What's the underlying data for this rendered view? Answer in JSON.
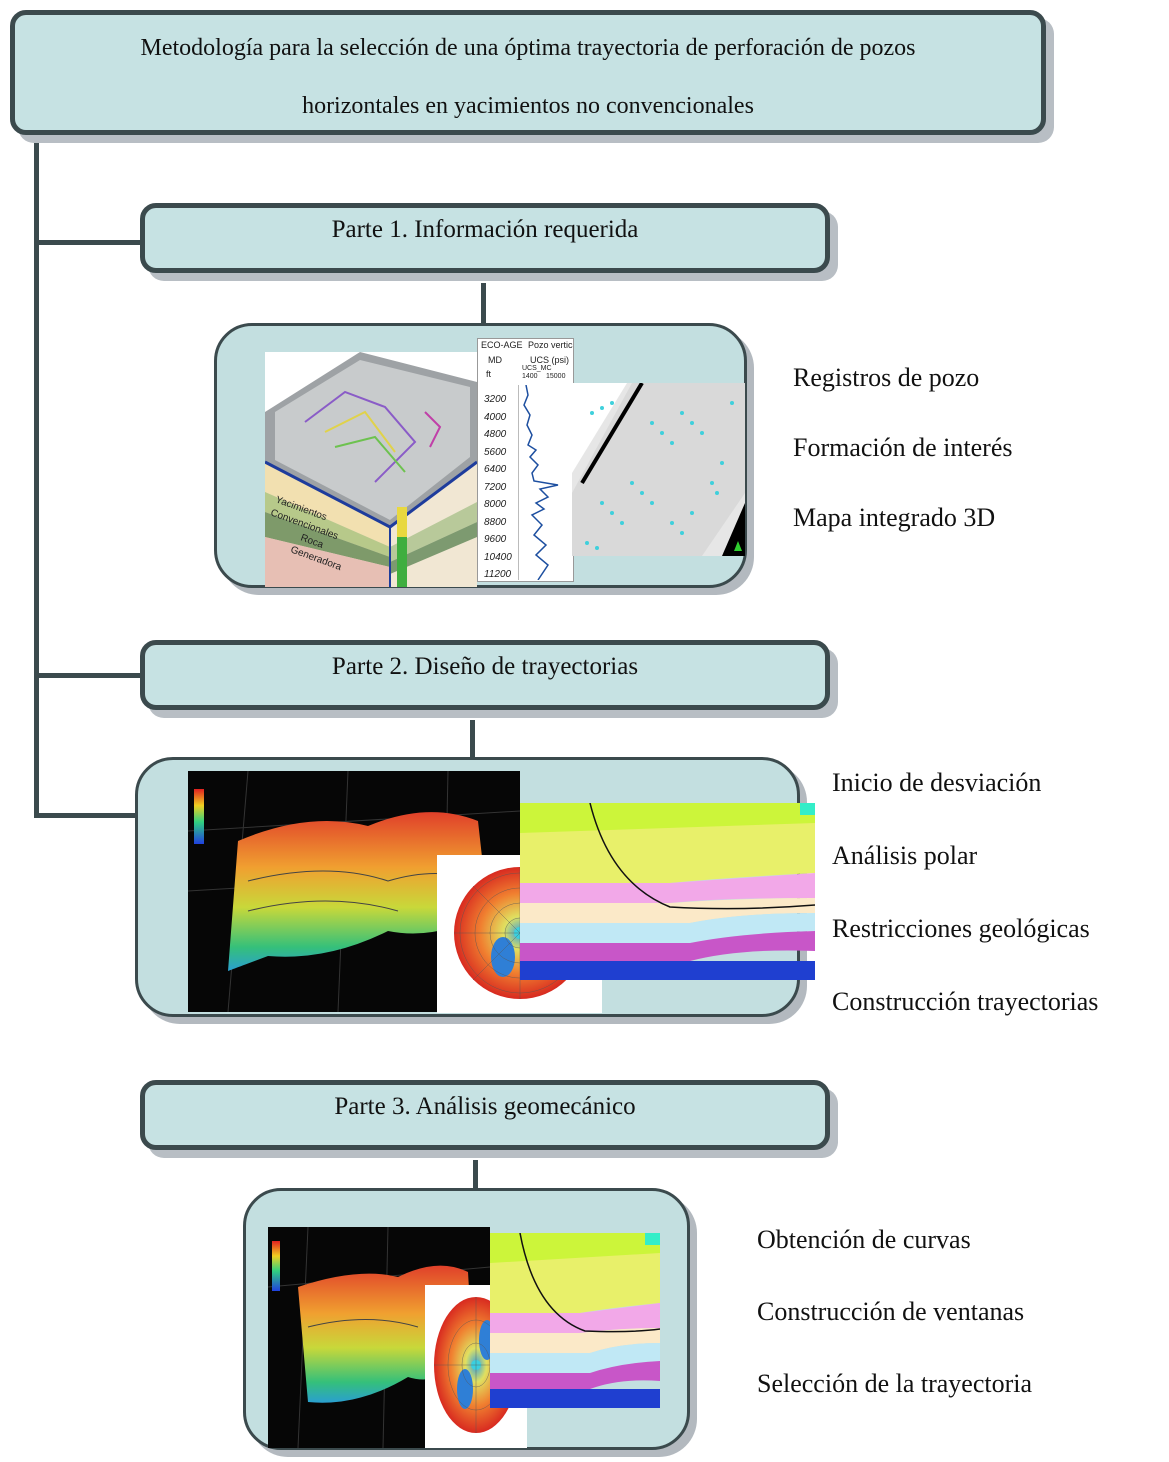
{
  "title": {
    "line1": "Metodología para la selección de una óptima trayectoria de perforación de pozos",
    "line2": "horizontales en yacimientos no convencionales"
  },
  "parts": [
    {
      "label": "Parte 1. Información requerida",
      "items": [
        "Registros de pozo",
        "Formación de interés",
        "Mapa integrado 3D"
      ]
    },
    {
      "label": "Parte 2. Diseño de trayectorias",
      "items": [
        "Inicio de desviación",
        "Análisis polar",
        "Restricciones geológicas",
        "Construcción trayectorias"
      ]
    },
    {
      "label": "Parte 3. Análisis geomecánico",
      "items": [
        "Obtención de curvas",
        "Construcción de ventanas",
        "Selección de la trayectoria"
      ]
    }
  ],
  "well_log": {
    "header_left": "ECO-AGE",
    "header_right": "Pozo vertical",
    "track1_label": "MD",
    "track1_unit": "ft",
    "track2_label": "UCS (psi)",
    "curve_name": "UCS_MC",
    "scale_left": "1400",
    "scale_right": "15000",
    "depths": [
      "3200",
      "4000",
      "4800",
      "5600",
      "6400",
      "7200",
      "8000",
      "8800",
      "9600",
      "10400",
      "11200"
    ]
  },
  "block_labels": [
    "Yacimientos",
    "Convencionales",
    "Roca",
    "Generadora"
  ],
  "colors": {
    "box_fill": "#c6e2e3",
    "border": "#3b4a4d",
    "shadow": "#b8bec4"
  }
}
